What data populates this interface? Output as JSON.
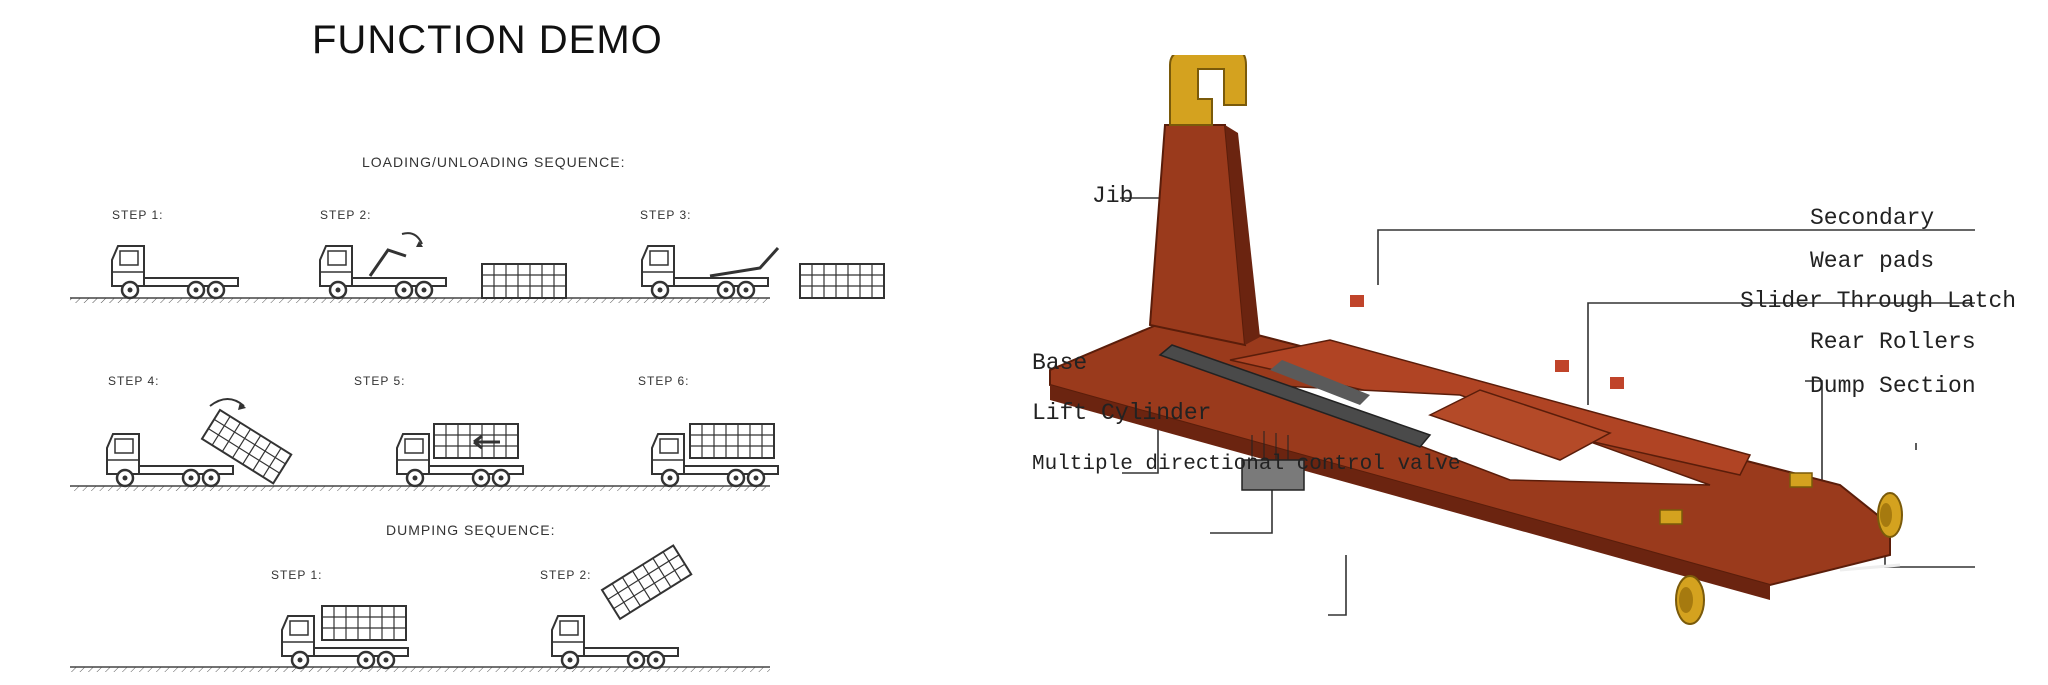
{
  "header": {
    "title": "FUNCTION DEMO"
  },
  "loading_sequence": {
    "title": "LOADING/UNLOADING SEQUENCE:",
    "steps": [
      "STEP 1:",
      "STEP 2:",
      "STEP 3:",
      "STEP 4:",
      "STEP 5:",
      "STEP 6:"
    ]
  },
  "dumping_sequence": {
    "title": "DUMPING SEQUENCE:",
    "steps": [
      "STEP 1:",
      "STEP 2:"
    ]
  },
  "diagram": {
    "labels": {
      "jib": "Jib",
      "secondary": "Secondary",
      "wear_pads": "Wear pads",
      "slider_latch": "Slider Through Latch",
      "rear_rollers": "Rear Rollers",
      "dump_section": "Dump Section",
      "base": "Base",
      "lift_cylinder": "Lift Cylinder",
      "control_valve": "Multiple directional control valve"
    },
    "colors": {
      "frame": "#9a3a1c",
      "frame_dark": "#6b2410",
      "rollers": "#d4a21f",
      "cylinder": "#4a4a4a"
    }
  }
}
